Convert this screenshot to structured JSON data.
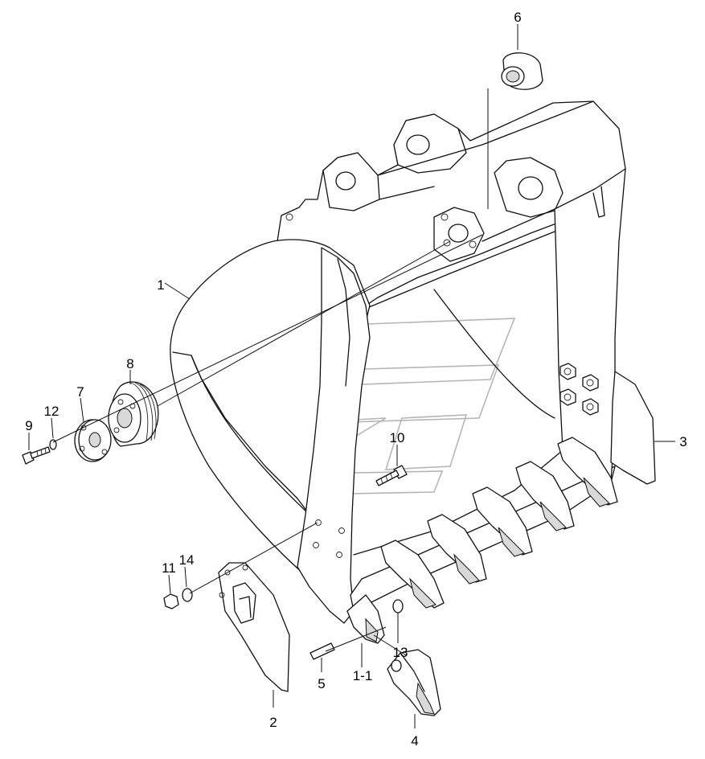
{
  "callouts": [
    {
      "id": "6",
      "text": "6"
    },
    {
      "id": "1",
      "text": "1"
    },
    {
      "id": "8",
      "text": "8"
    },
    {
      "id": "7",
      "text": "7"
    },
    {
      "id": "9",
      "text": "9"
    },
    {
      "id": "12",
      "text": "12"
    },
    {
      "id": "10",
      "text": "10"
    },
    {
      "id": "3",
      "text": "3"
    },
    {
      "id": "11",
      "text": "11"
    },
    {
      "id": "14",
      "text": "14"
    },
    {
      "id": "13",
      "text": "13"
    },
    {
      "id": "5",
      "text": "5"
    },
    {
      "id": "1-1",
      "text": "1-1"
    },
    {
      "id": "2",
      "text": "2"
    },
    {
      "id": "4",
      "text": "4"
    }
  ]
}
